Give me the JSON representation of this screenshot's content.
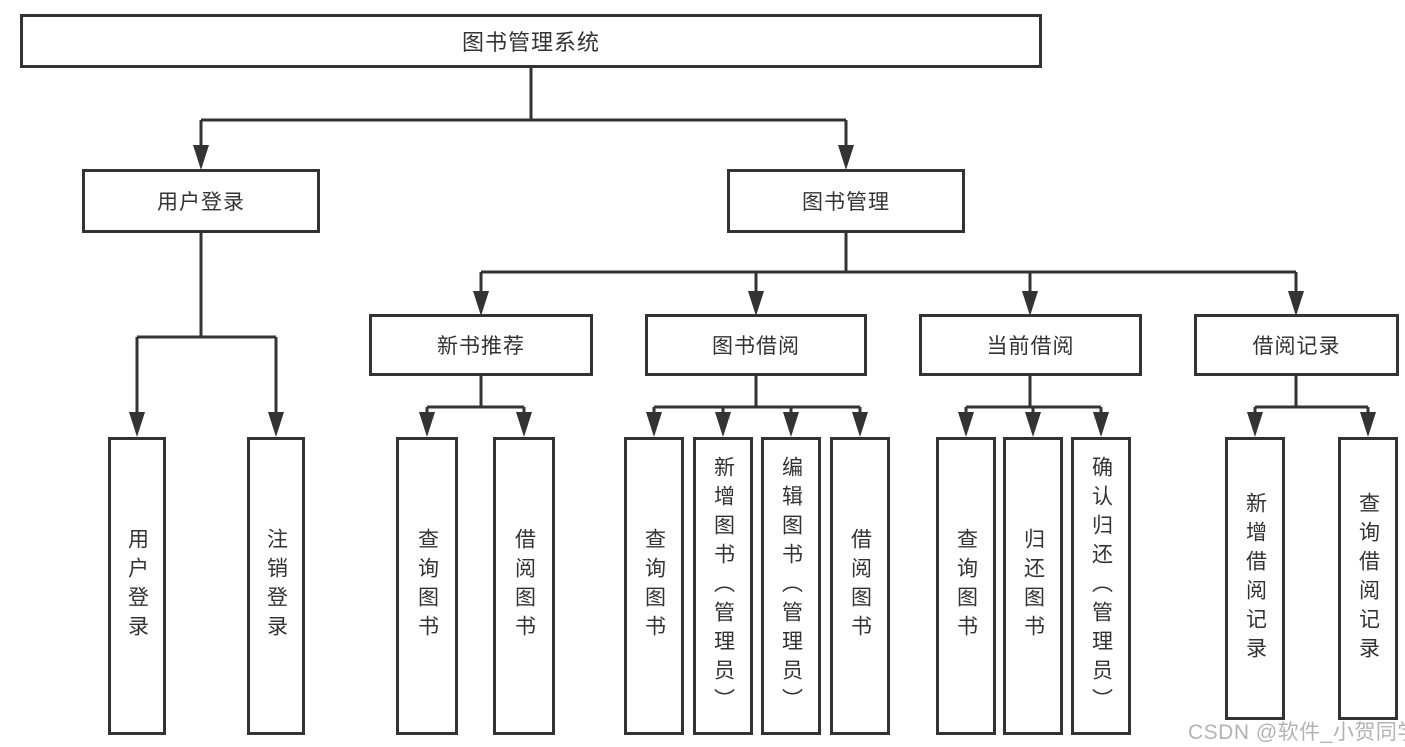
{
  "diagram": {
    "type": "hierarchy-structure-chart",
    "colors": {
      "line": "#333333",
      "text": "#333333",
      "node_background": "#ffffff",
      "page_background": "#ffffff",
      "watermark": "#acacac"
    },
    "watermark": "CSDN @软件_小贺同学",
    "nodes": {
      "root": {
        "label": "图书管理系统"
      },
      "user_login": {
        "label": "用户登录"
      },
      "book_mgmt": {
        "label": "图书管理"
      },
      "new_book_rec": {
        "label": "新书推荐"
      },
      "book_borrow": {
        "label": "图书借阅"
      },
      "current_borrow": {
        "label": "当前借阅"
      },
      "borrow_records": {
        "label": "借阅记录"
      },
      "leaf_user_login": {
        "label": "用户登录"
      },
      "leaf_logout": {
        "label": "注销登录"
      },
      "leaf_query_book_rec": {
        "label": "查询图书"
      },
      "leaf_borrow_book_rec": {
        "label": "借阅图书"
      },
      "leaf_query_book_borrow": {
        "label": "查询图书"
      },
      "leaf_add_book": {
        "label": "新增图书（管理员）"
      },
      "leaf_edit_book": {
        "label": "编辑图书（管理员）"
      },
      "leaf_borrow_book_borrow": {
        "label": "借阅图书"
      },
      "leaf_query_book_current": {
        "label": "查询图书"
      },
      "leaf_return_book": {
        "label": "归还图书"
      },
      "leaf_confirm_return": {
        "label": "确认归还（管理员）"
      },
      "leaf_add_borrow_record": {
        "label": "新增借阅记录"
      },
      "leaf_query_borrow_record": {
        "label": "查询借阅记录"
      }
    },
    "structure": {
      "root": [
        "user_login",
        "book_mgmt"
      ],
      "user_login": [
        "leaf_user_login",
        "leaf_logout"
      ],
      "book_mgmt": [
        "new_book_rec",
        "book_borrow",
        "current_borrow",
        "borrow_records"
      ],
      "new_book_rec": [
        "leaf_query_book_rec",
        "leaf_borrow_book_rec"
      ],
      "book_borrow": [
        "leaf_query_book_borrow",
        "leaf_add_book",
        "leaf_edit_book",
        "leaf_borrow_book_borrow"
      ],
      "current_borrow": [
        "leaf_query_book_current",
        "leaf_return_book",
        "leaf_confirm_return"
      ],
      "borrow_records": [
        "leaf_add_borrow_record",
        "leaf_query_borrow_record"
      ]
    }
  }
}
